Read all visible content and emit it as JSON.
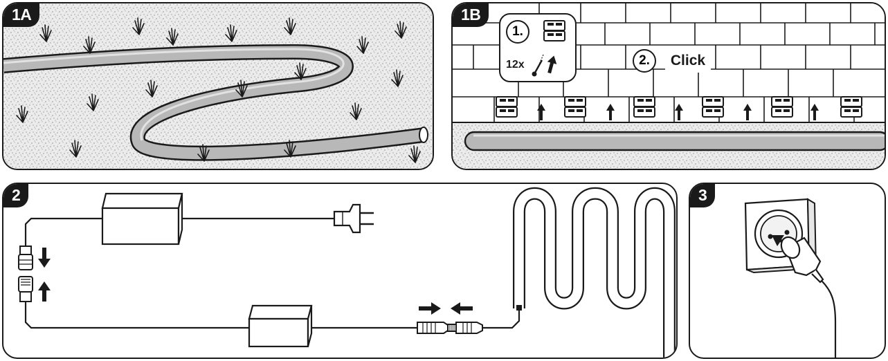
{
  "panels": {
    "p1a": {
      "badge": "1A"
    },
    "p1b": {
      "badge": "1B",
      "step1_number": "1.",
      "step1_count": "12x",
      "step2_number": "2.",
      "step2_label": "Click"
    },
    "p2": {
      "badge": "2"
    },
    "p3": {
      "badge": "3"
    }
  },
  "colors": {
    "ink": "#1a1a1a",
    "tube": "#b3b3b3",
    "ground": "#e9e9e9",
    "wall": "#ffffff"
  },
  "icons": [
    "grass-tuft-icon",
    "clip-icon",
    "screw-icon",
    "up-arrow-icon",
    "down-arrow-icon",
    "left-arrow-icon",
    "right-arrow-icon",
    "power-adapter-icon",
    "plug-icon",
    "wall-socket-icon"
  ]
}
